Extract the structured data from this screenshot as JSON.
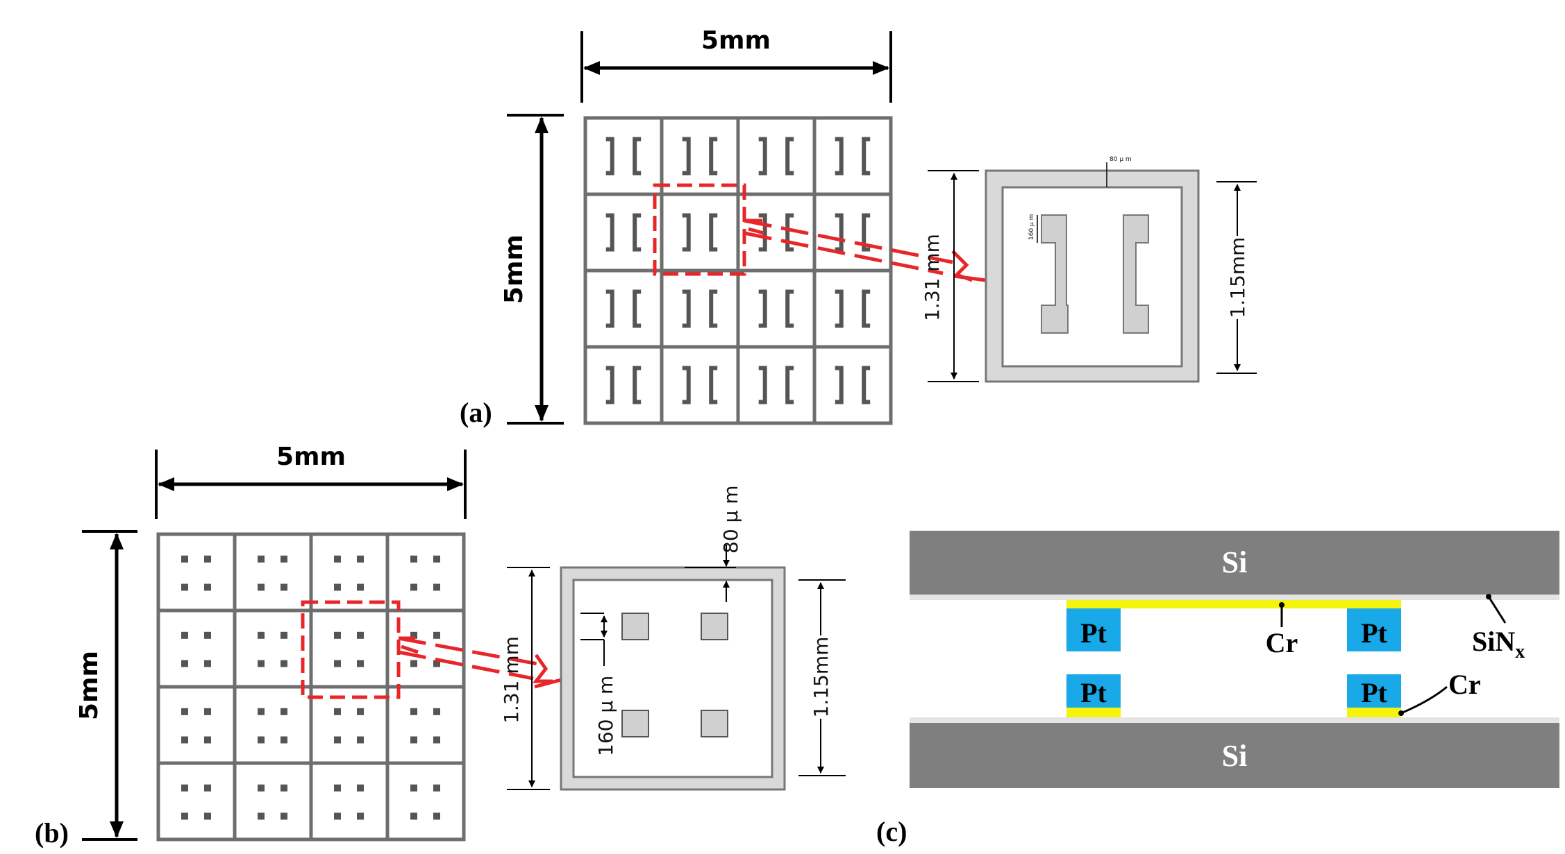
{
  "panel_a": {
    "label": "(a)",
    "width_label": "5mm",
    "height_label": "5mm",
    "inset_outer_label": "1.31 mm",
    "inset_inner_label": "1.15mm",
    "inset_frame_label": "80 μ m",
    "inset_pad_label": "160 μ m",
    "pad_shape": "bracket-pair"
  },
  "panel_b": {
    "label": "(b)",
    "width_label": "5mm",
    "height_label": "5mm",
    "inset_outer_label": "1.31 mm",
    "inset_inner_label": "1.15mm",
    "inset_frame_label": "80 μ m",
    "inset_pad_label": "160 μ m",
    "pad_shape": "square-quad"
  },
  "panel_c": {
    "label": "(c)",
    "top_layer": "Si",
    "bottom_layer": "Si",
    "electrodes": [
      "Pt",
      "Pt",
      "Pt",
      "Pt"
    ],
    "adhesion_top": "Cr",
    "adhesion_bottom": "Cr",
    "insulator": "SiN",
    "insulator_subscript": "x"
  },
  "colors": {
    "grid_stroke": "#6e6e6e",
    "pad_fill": "#555555",
    "highlight": "#e8262a",
    "silicon": "#7f7f7f",
    "platinum": "#19a9e8",
    "chromium": "#f4f40c",
    "frame_fill": "#d9d9d9"
  }
}
